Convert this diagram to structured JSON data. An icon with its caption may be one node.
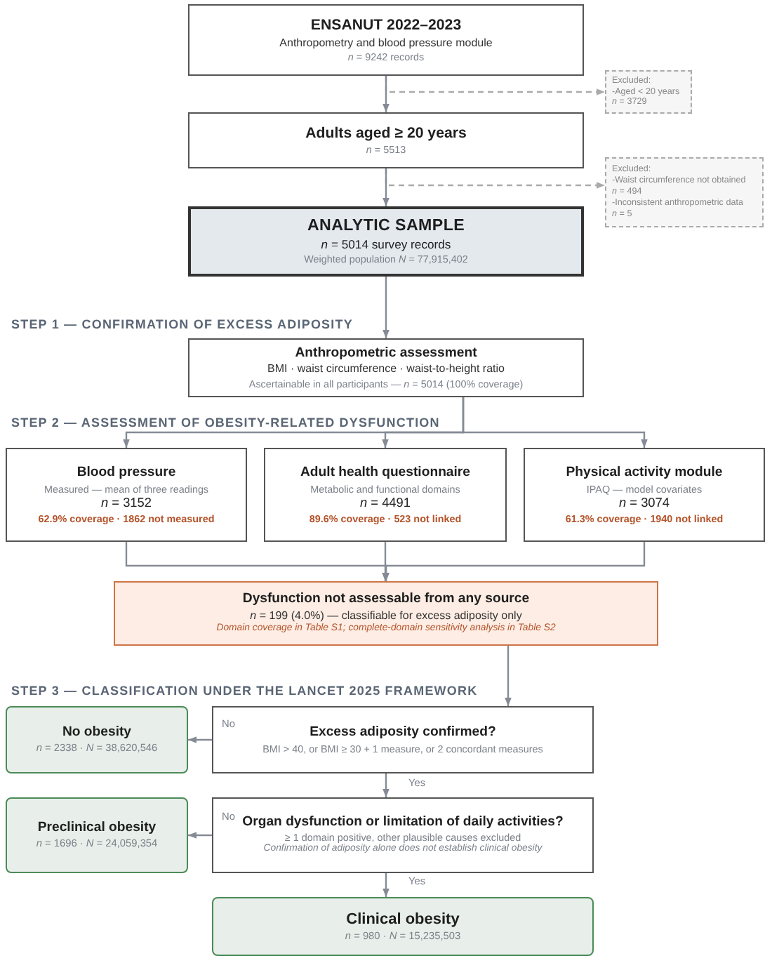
{
  "diagram": {
    "nodes": [
      {
        "text": [
          "ENSANUT 2022–2023",
          "Anthropometry and blood pressure module",
          "*n* = 9242 records"
        ]
      },
      {
        "text": [
          "Excluded:",
          "-Aged < 20 years",
          "*n* = 3729"
        ]
      },
      {
        "text": [
          "Adults aged ≥ 20 years",
          "*n* = 5513"
        ]
      },
      {
        "text": [
          "Excluded:",
          "-Waist circumference not obtained",
          "*n* = 494",
          "-Inconsistent anthropometric data",
          "*n* = 5"
        ]
      },
      {
        "text": [
          "ANALYTIC SAMPLE",
          "*n* = 5014 survey records",
          "Weighted population *N* = 77,915,402"
        ]
      },
      {
        "text": [
          "Anthropometric assessment",
          "BMI · waist circumference · waist-to-height ratio",
          "Ascertainable in all participants — *n* = 5014 (100% coverage)"
        ]
      },
      {
        "text": [
          "Blood pressure",
          "Measured — mean of three readings",
          "*n* = 3152",
          "62.9% coverage · 1862 not measured"
        ]
      },
      {
        "text": [
          "Adult health questionnaire",
          "Metabolic and functional domains",
          "*n* = 4491",
          "89.6% coverage · 523 not linked"
        ]
      },
      {
        "text": [
          "Physical activity module",
          "IPAQ — model covariates",
          "*n* = 3074",
          "61.3% coverage · 1940 not linked"
        ]
      },
      {
        "text": [
          "Dysfunction not assessable from any source",
          "*n* = 199 (4.0%) — classifiable for excess adiposity only",
          "Domain coverage in Table S1; complete-domain sensitivity analysis in Table S2"
        ]
      },
      {
        "text": [
          "No obesity",
          "*n* = 2338 · *N* = 38,620,546"
        ]
      },
      {
        "text": [
          "Excess adiposity confirmed?",
          "BMI > 40, or BMI ≥ 30 + 1 measure, or 2 concordant measures"
        ]
      },
      {
        "text": [
          "Preclinical obesity",
          "*n* = 1696 · *N* = 24,059,354"
        ]
      },
      {
        "text": [
          "Organ dysfunction or limitation of daily activities?",
          "≥ 1 domain positive, other plausible causes excluded",
          "Confirmation of adiposity alone does not establish clinical obesity"
        ]
      },
      {
        "text": [
          "Clinical obesity",
          "*n* = 980 · *N* = 15,235,503"
        ]
      }
    ],
    "edges": [
      {
        "from": 0,
        "to": 2,
        "arrow": "to"
      },
      {
        "from": 0,
        "to": 1,
        "arrow": "to",
        "style": "dashed",
        "color": "#aaaaaa"
      },
      {
        "from": 2,
        "to": 4,
        "arrow": "to"
      },
      {
        "from": 2,
        "to": 3,
        "arrow": "to",
        "style": "dashed",
        "color": "#aaaaaa"
      },
      {
        "from": 4,
        "to": 5,
        "arrow": "to"
      },
      {
        "from": 5,
        "to": 6,
        "arrow": "to"
      },
      {
        "from": 5,
        "to": 7,
        "arrow": "to"
      },
      {
        "from": 5,
        "to": 8,
        "arrow": "to"
      },
      {
        "from": 6,
        "to": 9,
        "arrow": "to"
      },
      {
        "from": 7,
        "to": 9,
        "arrow": "to"
      },
      {
        "from": 8,
        "to": 9,
        "arrow": "to"
      },
      {
        "from": 9,
        "to": 11,
        "arrow": "to"
      },
      {
        "from": 11,
        "to": 10,
        "arrow": "to",
        "label": "No"
      },
      {
        "from": 11,
        "to": 13,
        "arrow": "to",
        "label": "Yes"
      },
      {
        "from": 13,
        "to": 12,
        "arrow": "to",
        "label": "No"
      },
      {
        "from": 13,
        "to": 14,
        "arrow": "to",
        "label": "Yes"
      }
    ],
    "labels": [
      "STEP 1 — CONFIRMATION OF EXCESS ADIPOSITY",
      "STEP 2 — ASSESSMENT OF OBESITY-RELATED DYSFUNCTION",
      "STEP 3 — CLASSIFICATION UNDER THE LANCET 2025 FRAMEWORK"
    ]
  }
}
